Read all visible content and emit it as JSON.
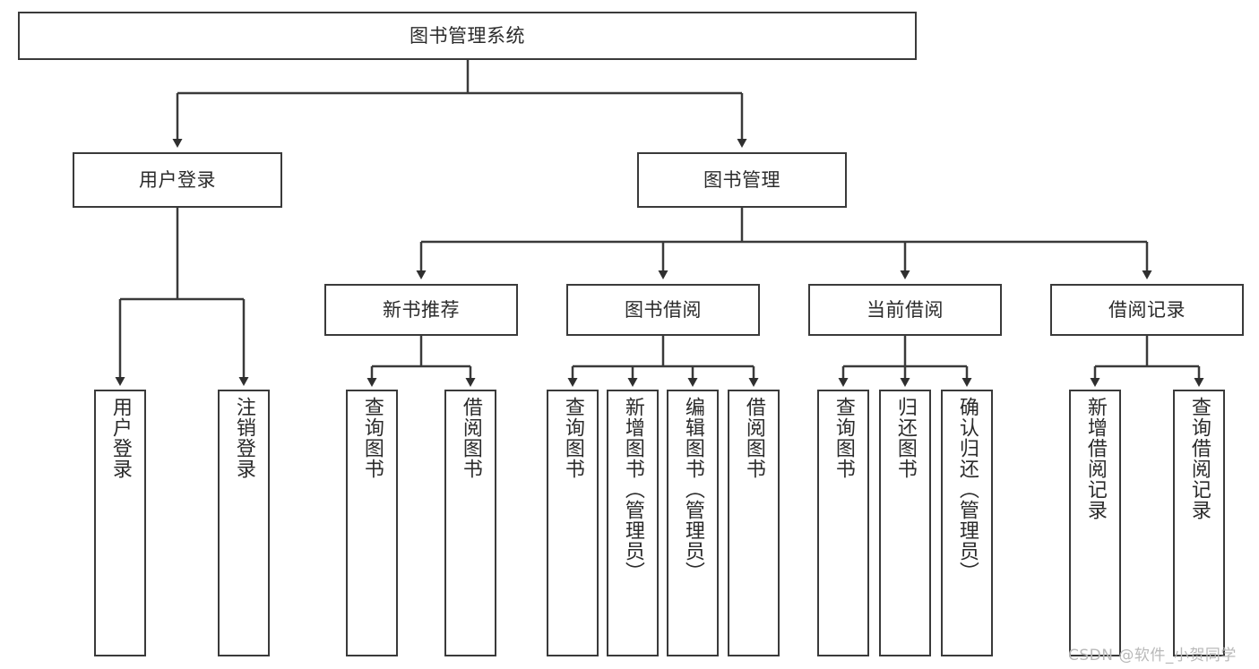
{
  "diagram": {
    "type": "tree-hierarchy",
    "title": "图书管理系统",
    "root": {
      "label": "图书管理系统"
    },
    "level2": [
      {
        "label": "用户登录"
      },
      {
        "label": "图书管理"
      }
    ],
    "level3": [
      {
        "label": "新书推荐"
      },
      {
        "label": "图书借阅"
      },
      {
        "label": "当前借阅"
      },
      {
        "label": "借阅记录"
      }
    ],
    "leaves": {
      "user_login": [
        {
          "label": "用户登录"
        },
        {
          "label": "注销登录"
        }
      ],
      "new_book": [
        {
          "label": "查询图书"
        },
        {
          "label": "借阅图书"
        }
      ],
      "book_borrow": [
        {
          "label": "查询图书"
        },
        {
          "label": "新增图书（管理员）"
        },
        {
          "label": "编辑图书（管理员）"
        },
        {
          "label": "借阅图书"
        }
      ],
      "current_borrow": [
        {
          "label": "查询图书"
        },
        {
          "label": "归还图书"
        },
        {
          "label": "确认归还（管理员）"
        }
      ],
      "borrow_record": [
        {
          "label": "新增借阅记录"
        },
        {
          "label": "查询借阅记录"
        }
      ]
    }
  },
  "watermark": {
    "text": "CSDN @软件_小贺同学"
  },
  "colors": {
    "stroke": "#3a3a3a",
    "background": "#ffffff",
    "text": "#2b2b2b",
    "watermark": "#b9b9b9"
  }
}
